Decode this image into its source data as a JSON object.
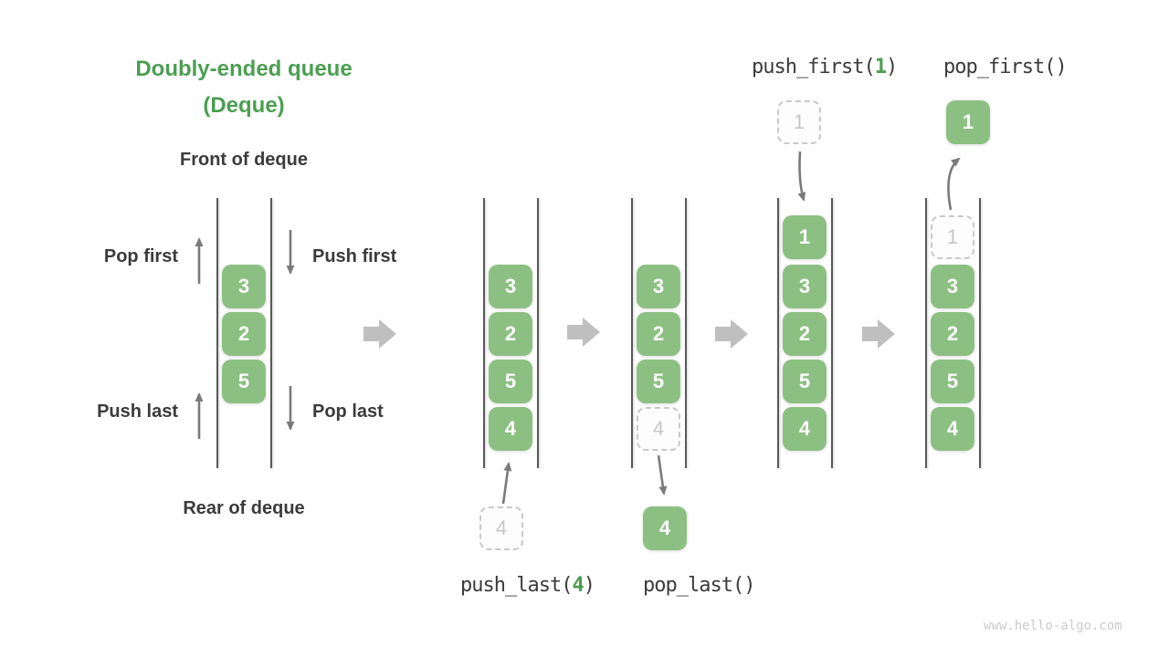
{
  "title": {
    "line1": "Doubly-ended queue",
    "line2": "(Deque)"
  },
  "labels": {
    "front": "Front of deque",
    "rear": "Rear of deque"
  },
  "ops": {
    "pop_first": "Pop first",
    "push_first": "Push first",
    "push_last": "Push last",
    "pop_last": "Pop last"
  },
  "code": {
    "push_last_pre": "push_last(",
    "push_last_arg": "4",
    "push_last_post": ")",
    "pop_last": "pop_last()",
    "push_first_pre": "push_first(",
    "push_first_arg": "1",
    "push_first_post": ")",
    "pop_first": "pop_first()"
  },
  "stages": [
    {
      "name": "initial-deque",
      "cells": [
        {
          "row": 1,
          "value": "3",
          "style": "solid"
        },
        {
          "row": 2,
          "value": "2",
          "style": "solid"
        },
        {
          "row": 3,
          "value": "5",
          "style": "solid"
        }
      ]
    },
    {
      "name": "after-push-last",
      "cells": [
        {
          "row": 1,
          "value": "3",
          "style": "solid"
        },
        {
          "row": 2,
          "value": "2",
          "style": "solid"
        },
        {
          "row": 3,
          "value": "5",
          "style": "solid"
        },
        {
          "row": 4,
          "value": "4",
          "style": "solid"
        }
      ]
    },
    {
      "name": "after-pop-last",
      "cells": [
        {
          "row": 1,
          "value": "3",
          "style": "solid"
        },
        {
          "row": 2,
          "value": "2",
          "style": "solid"
        },
        {
          "row": 3,
          "value": "5",
          "style": "solid"
        },
        {
          "row": 4,
          "value": "4",
          "style": "ghost"
        }
      ]
    },
    {
      "name": "after-push-first",
      "cells": [
        {
          "row": 0,
          "value": "1",
          "style": "solid"
        },
        {
          "row": 1,
          "value": "3",
          "style": "solid"
        },
        {
          "row": 2,
          "value": "2",
          "style": "solid"
        },
        {
          "row": 3,
          "value": "5",
          "style": "solid"
        },
        {
          "row": 4,
          "value": "4",
          "style": "solid"
        }
      ]
    },
    {
      "name": "after-pop-first",
      "cells": [
        {
          "row": 0,
          "value": "1",
          "style": "ghost"
        },
        {
          "row": 1,
          "value": "3",
          "style": "solid"
        },
        {
          "row": 2,
          "value": "2",
          "style": "solid"
        },
        {
          "row": 3,
          "value": "5",
          "style": "solid"
        },
        {
          "row": 4,
          "value": "4",
          "style": "solid"
        }
      ]
    }
  ],
  "floating": [
    {
      "value": "4",
      "style": "ghost",
      "role": "value-being-pushed-last"
    },
    {
      "value": "4",
      "style": "solid",
      "role": "value-popped-last"
    },
    {
      "value": "1",
      "style": "ghost",
      "role": "value-being-pushed-first"
    },
    {
      "value": "1",
      "style": "solid",
      "role": "value-popped-first"
    }
  ],
  "watermark": "www.hello-algo.com",
  "colors": {
    "title_green": "#4c9e52",
    "cell_green": "#8cc082",
    "dark_text": "#3b3b3b",
    "arrow_gray": "#7a7a7a",
    "block_arrow_gray": "#bfbfbf",
    "ghost_gray": "#c9c9c9",
    "watermark_gray": "#cbcbcb"
  }
}
